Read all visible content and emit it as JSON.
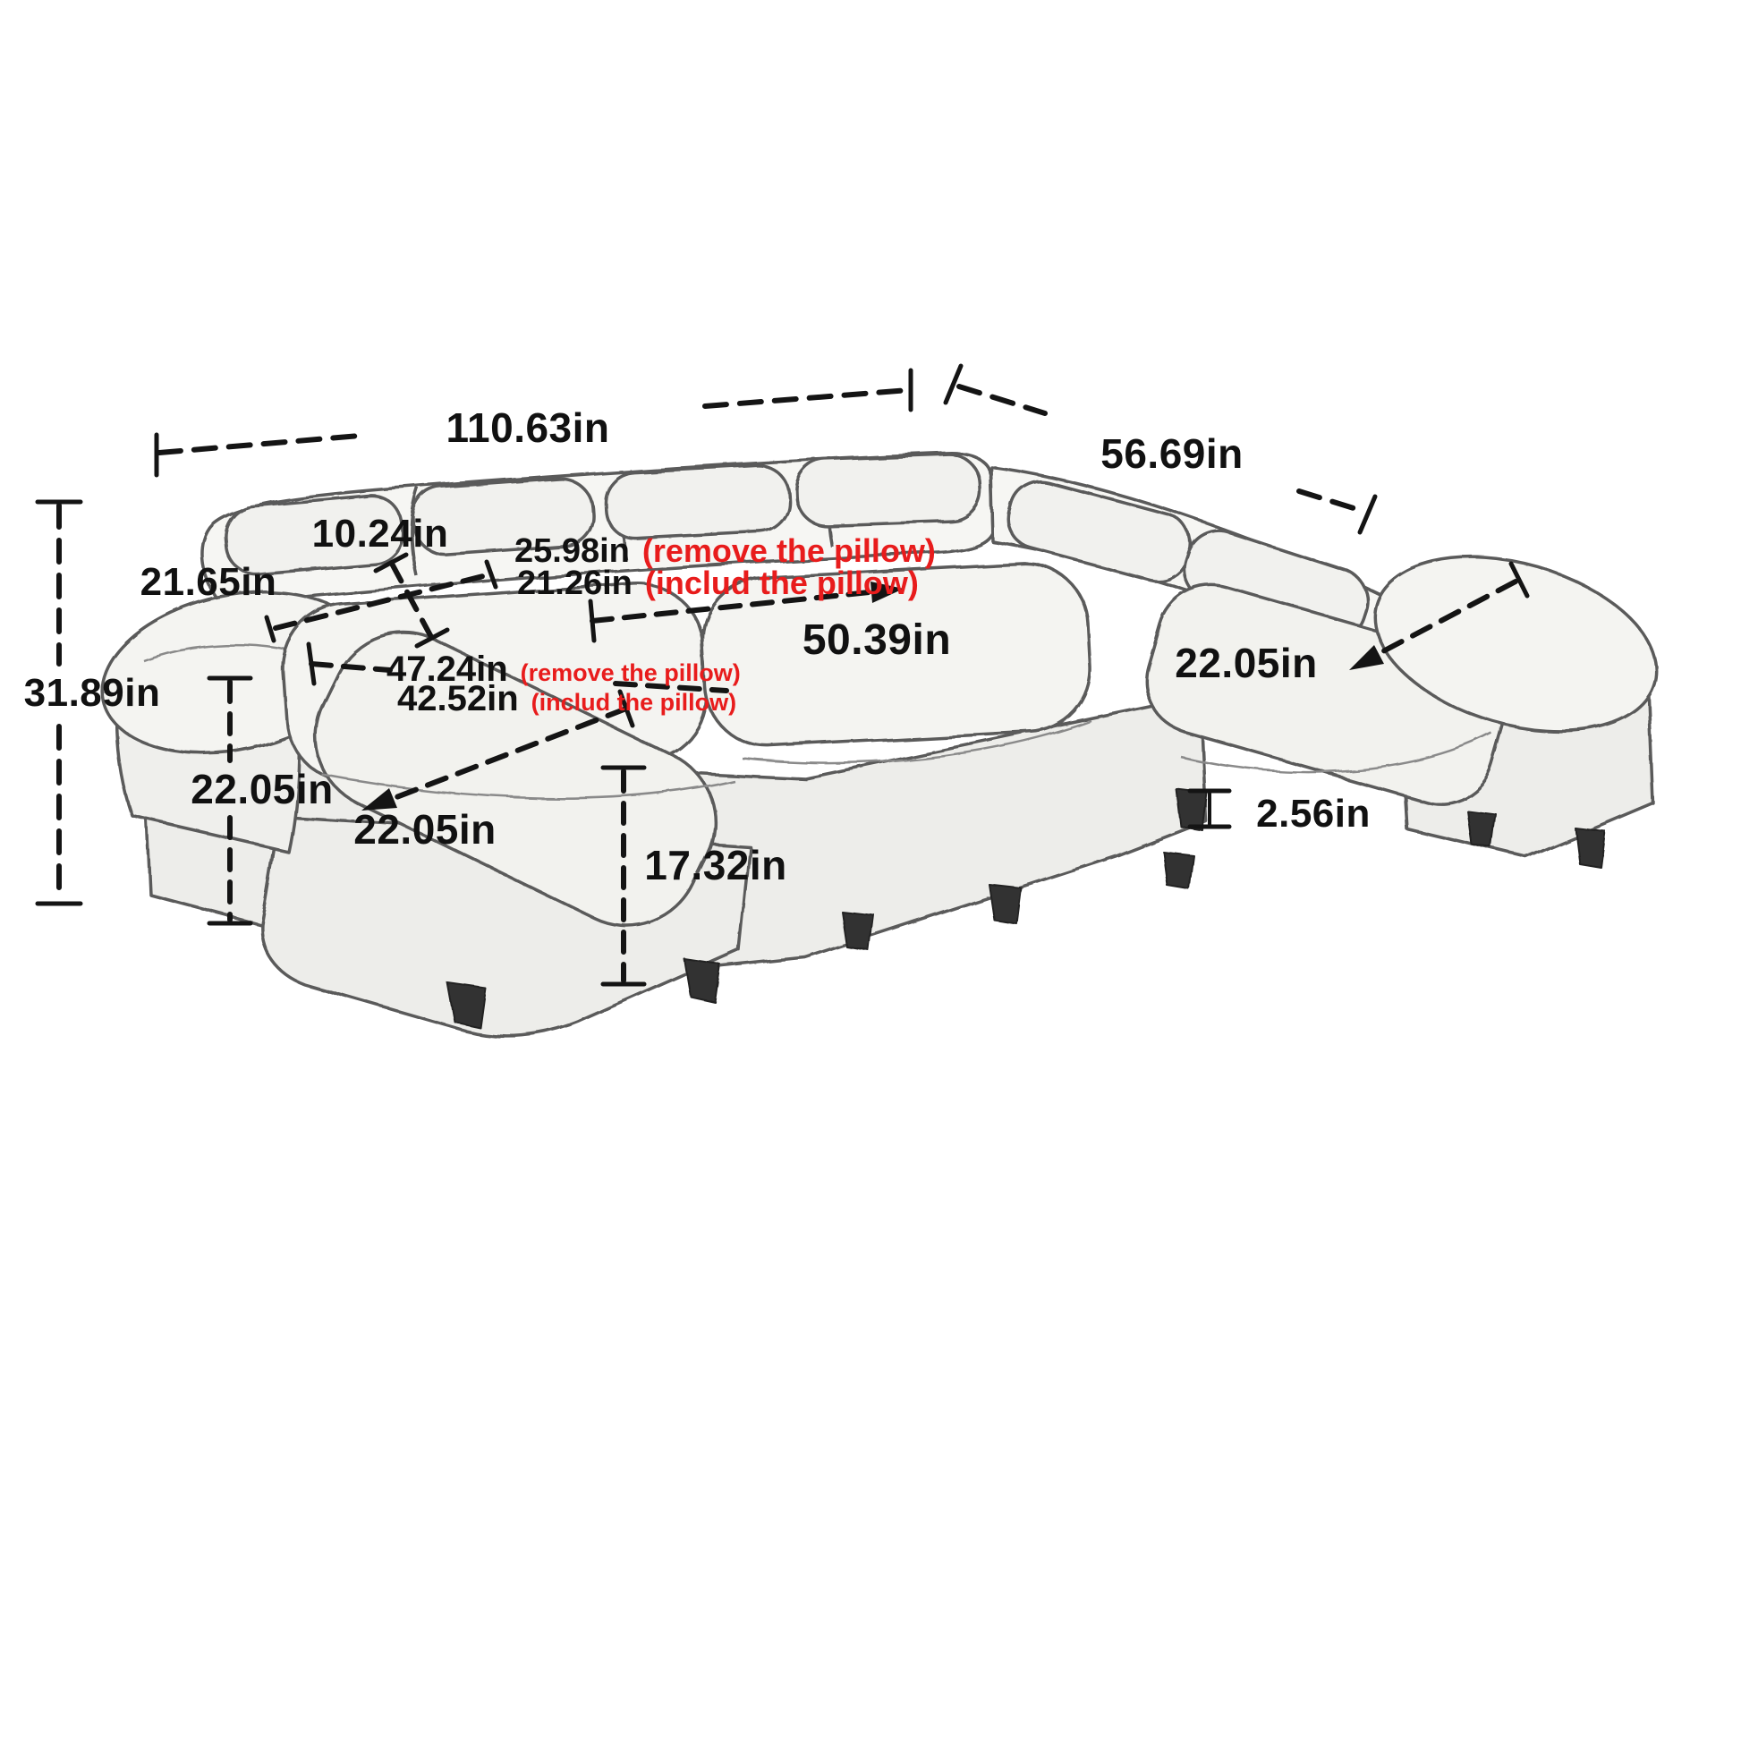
{
  "diagram": {
    "subject": "u-shaped-sectional-sofa-dimension-diagram",
    "units": "in",
    "colors": {
      "ink": "#111111",
      "accent_red": "#e81c1c",
      "sketch_line": "#5a5a5a"
    }
  },
  "labels": {
    "overall_width": {
      "value": "110.63in"
    },
    "overall_depth": {
      "value": "56.69in"
    },
    "overall_height": {
      "value": "31.89in"
    },
    "back_pillow_width": {
      "value": "21.65in"
    },
    "back_pillow_thickness": {
      "value": "10.24in"
    },
    "seat_depth_no_pillow": {
      "value": "25.98in",
      "note": "(remove the pillow)"
    },
    "seat_depth_with_pillow": {
      "value": "21.26in",
      "note": "(includ the pillow)"
    },
    "main_seat_width": {
      "value": "50.39in"
    },
    "right_chaise_width": {
      "value": "22.05in"
    },
    "seat_width_no_pillow": {
      "value": "47.24in",
      "note": "(remove the pillow)"
    },
    "seat_width_with_pillow": {
      "value": "42.52in",
      "note": "(includ the pillow)"
    },
    "left_chaise_length": {
      "value": "22.05in"
    },
    "left_chaise_width": {
      "value": "22.05in"
    },
    "seat_height": {
      "value": "17.32in"
    },
    "leg_height": {
      "value": "2.56in"
    }
  }
}
